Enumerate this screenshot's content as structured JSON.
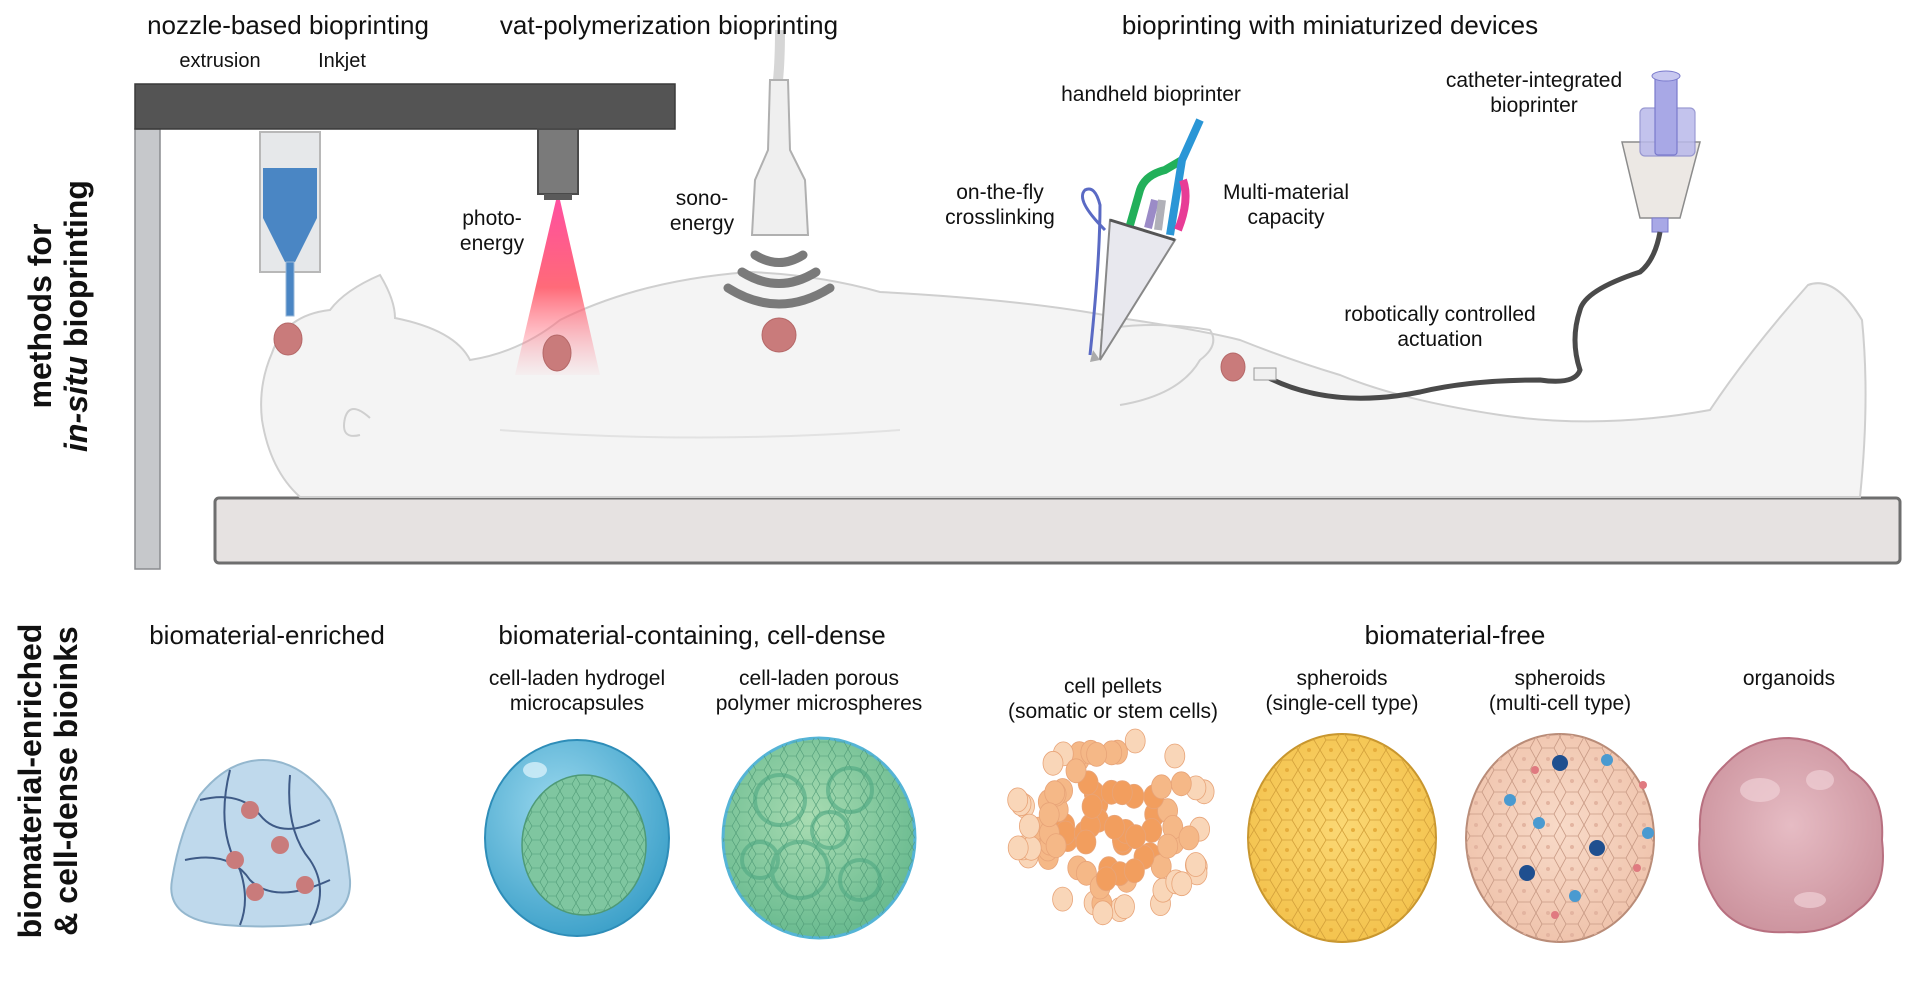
{
  "figure": {
    "top_panel": {
      "side_label": {
        "line1": "methods for",
        "line2_italic": "in-situ",
        "line2_rest": " bioprinting"
      },
      "headings": {
        "nozzle": "nozzle-based bioprinting",
        "vat": "vat-polymerization bioprinting",
        "mini": "bioprinting with miniaturized devices"
      },
      "sublabels": {
        "extrusion": "extrusion",
        "inkjet": "Inkjet",
        "photo_line1": "photo-",
        "photo_line2": "energy",
        "sono_line1": "sono-",
        "sono_line2": "energy",
        "handheld": "handheld bioprinter",
        "crosslink_line1": "on-the-fly",
        "crosslink_line2": "crosslinking",
        "multi_line1": "Multi-material",
        "multi_line2": "capacity",
        "catheter_line1": "catheter-integrated",
        "catheter_line2": "bioprinter",
        "robotic_line1": "robotically controlled",
        "robotic_line2": "actuation"
      }
    },
    "bottom_panel": {
      "side_label": {
        "line1": "biomaterial-enriched",
        "line2": "& cell-dense bioinks"
      },
      "groups": [
        {
          "heading": "biomaterial-enriched"
        },
        {
          "heading": "biomaterial-containing, cell-dense"
        },
        {
          "heading": "biomaterial-free"
        }
      ],
      "items": [
        {
          "line1": "cell-laden hydrogel",
          "line2": "microcapsules"
        },
        {
          "line1": "cell-laden porous",
          "line2": "polymer microspheres"
        },
        {
          "line1": "cell pellets",
          "line2": "(somatic or stem cells)"
        },
        {
          "line1": "spheroids",
          "line2": "(single-cell type)"
        },
        {
          "line1": "spheroids",
          "line2": "(multi-cell type)"
        },
        {
          "line1": "organoids",
          "line2": ""
        }
      ]
    },
    "colors": {
      "gantry": "#545454",
      "post": "#c6c8cb",
      "table": "#e6e2e1",
      "tissue": "#c97b7b",
      "beam": "#ff5a8a",
      "bioink_blue": "#4a86c4",
      "capsule": "#55b4d6",
      "microsphere": "#8fd4a6",
      "pellet": "#f3a66b",
      "spheroid_single": "#f7cd62",
      "spheroid_multi": "#f3cdb8",
      "organoid": "#d9a7b0"
    }
  }
}
